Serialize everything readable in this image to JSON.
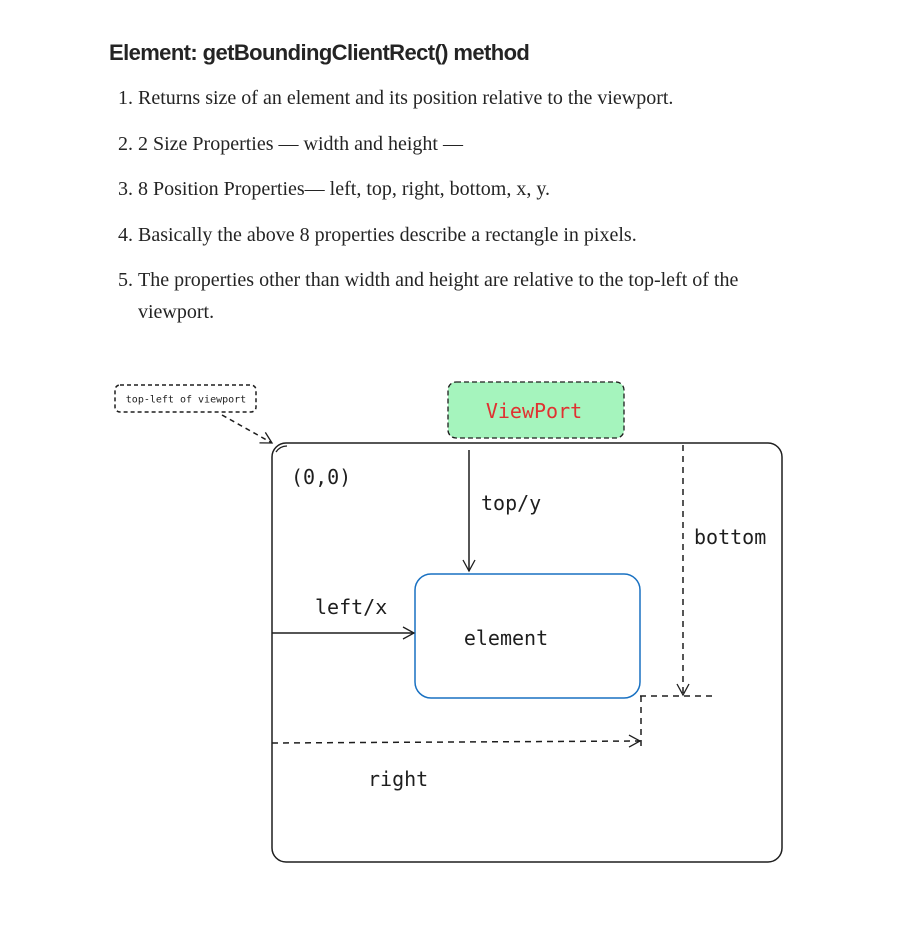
{
  "heading": "Element: getBoundingClientRect() method",
  "list": [
    {
      "num": "1.",
      "text": "Returns size of an element and its position relative to the viewport."
    },
    {
      "num": "2.",
      "text": "2 Size Properties — width and height —"
    },
    {
      "num": "3.",
      "text": "8 Position Properties— left, top, right, bottom, x, y."
    },
    {
      "num": "4.",
      "text": "Basically the above 8 properties describe a rectangle in pixels."
    },
    {
      "num": "5.",
      "text": "The properties other than width and height are relative to the top-left of the viewport."
    }
  ],
  "diagram": {
    "note": "top-left of viewport",
    "viewport_label": "ViewPort",
    "origin": "(0,0)",
    "top_label": "top/y",
    "bottom_label": "bottom",
    "left_label": "left/x",
    "element_label": "element",
    "right_label": "right",
    "colors": {
      "viewport_fill": "#a5f4bd",
      "viewport_text": "#e03131",
      "element_border": "#1971c2",
      "stroke": "#1e1e1e"
    }
  }
}
